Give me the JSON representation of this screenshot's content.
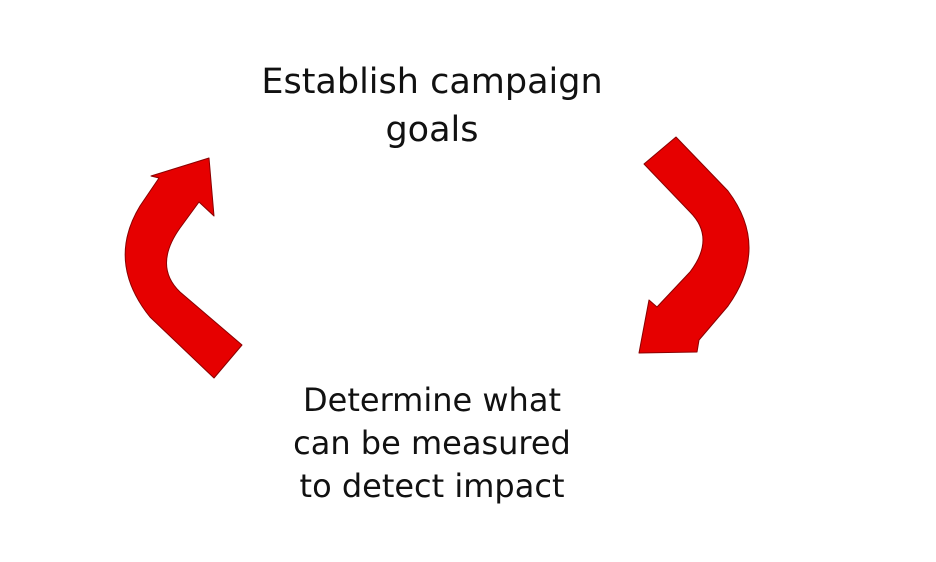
{
  "cycle": {
    "steps": [
      {
        "lines": [
          "Establish campaign",
          "goals"
        ]
      },
      {
        "lines": [
          "Determine what",
          "can be measured",
          "to detect impact"
        ]
      }
    ],
    "arrow_color": "#e60000",
    "arrow_outline": "#8a0000"
  }
}
